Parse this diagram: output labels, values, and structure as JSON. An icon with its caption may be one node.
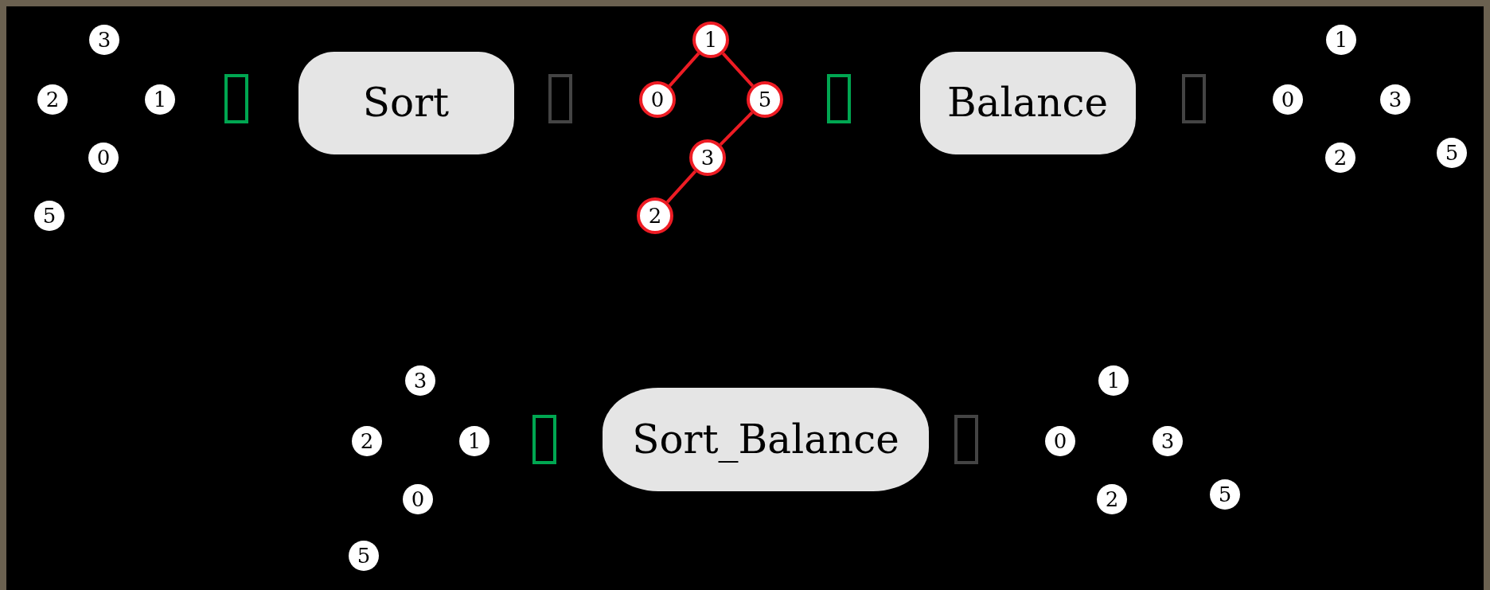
{
  "diagram": {
    "nodes": [
      {
        "text": [
          "3"
        ]
      },
      {
        "text": [
          "2"
        ]
      },
      {
        "text": [
          "1"
        ]
      },
      {
        "text": [
          "0"
        ]
      },
      {
        "text": [
          "5"
        ]
      },
      {
        "text": [
          "Sort"
        ]
      },
      {
        "text": [
          "1"
        ]
      },
      {
        "text": [
          "0"
        ]
      },
      {
        "text": [
          "5"
        ]
      },
      {
        "text": [
          "3"
        ]
      },
      {
        "text": [
          "2"
        ]
      },
      {
        "text": [
          "Balance"
        ]
      },
      {
        "text": [
          "1"
        ]
      },
      {
        "text": [
          "0"
        ]
      },
      {
        "text": [
          "3"
        ]
      },
      {
        "text": [
          "2"
        ]
      },
      {
        "text": [
          "5"
        ]
      },
      {
        "text": [
          "3"
        ]
      },
      {
        "text": [
          "2"
        ]
      },
      {
        "text": [
          "1"
        ]
      },
      {
        "text": [
          "0"
        ]
      },
      {
        "text": [
          "5"
        ]
      },
      {
        "text": [
          "Sort_Balance"
        ]
      },
      {
        "text": [
          "1"
        ]
      },
      {
        "text": [
          "0"
        ]
      },
      {
        "text": [
          "3"
        ]
      },
      {
        "text": [
          "2"
        ]
      },
      {
        "text": [
          "5"
        ]
      }
    ],
    "edges": [
      {
        "from": 6,
        "to": 7,
        "arrow": "none"
      },
      {
        "from": 6,
        "to": 8,
        "arrow": "none"
      },
      {
        "from": 8,
        "to": 9,
        "arrow": "none"
      },
      {
        "from": 9,
        "to": 10,
        "arrow": "none"
      }
    ]
  }
}
